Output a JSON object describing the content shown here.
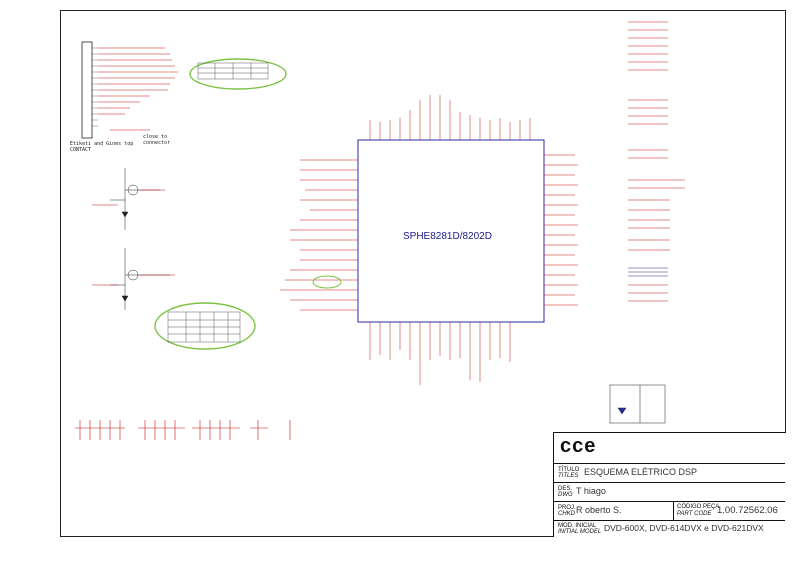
{
  "chip": {
    "label": "SPHE8281D/8202D"
  },
  "notes": {
    "connector": "Etiketi and Gines top",
    "connector2": "CONTACT",
    "close": "close to",
    "close2": "connector"
  },
  "title_block": {
    "logo": "cce",
    "titulo_label": "TÍTULO",
    "titles_label": "TITLES",
    "title": "ESQUEMA   ELÉTRICO DSP",
    "des_label": "DES.",
    "dwg_label": "DWG",
    "designer": "T hiago",
    "proj_label": "PROJ.",
    "chkd_label": "CHKD",
    "checker": "R oberto S.",
    "codigo_label": "CÓDIGO PEÇA",
    "part_code_label": "PART CODE",
    "part_code": "1.00.72562.06",
    "mod_label": "MOD. INICIAL",
    "initial_model_label": "INITIAL MODEL",
    "models": "DVD-600X, DVD-614DVX e DVD-621DVX"
  },
  "colors": {
    "wire": "#c81414",
    "chip": "#2a2aa0",
    "ink": "#222222",
    "highlight": "#7cc243"
  }
}
